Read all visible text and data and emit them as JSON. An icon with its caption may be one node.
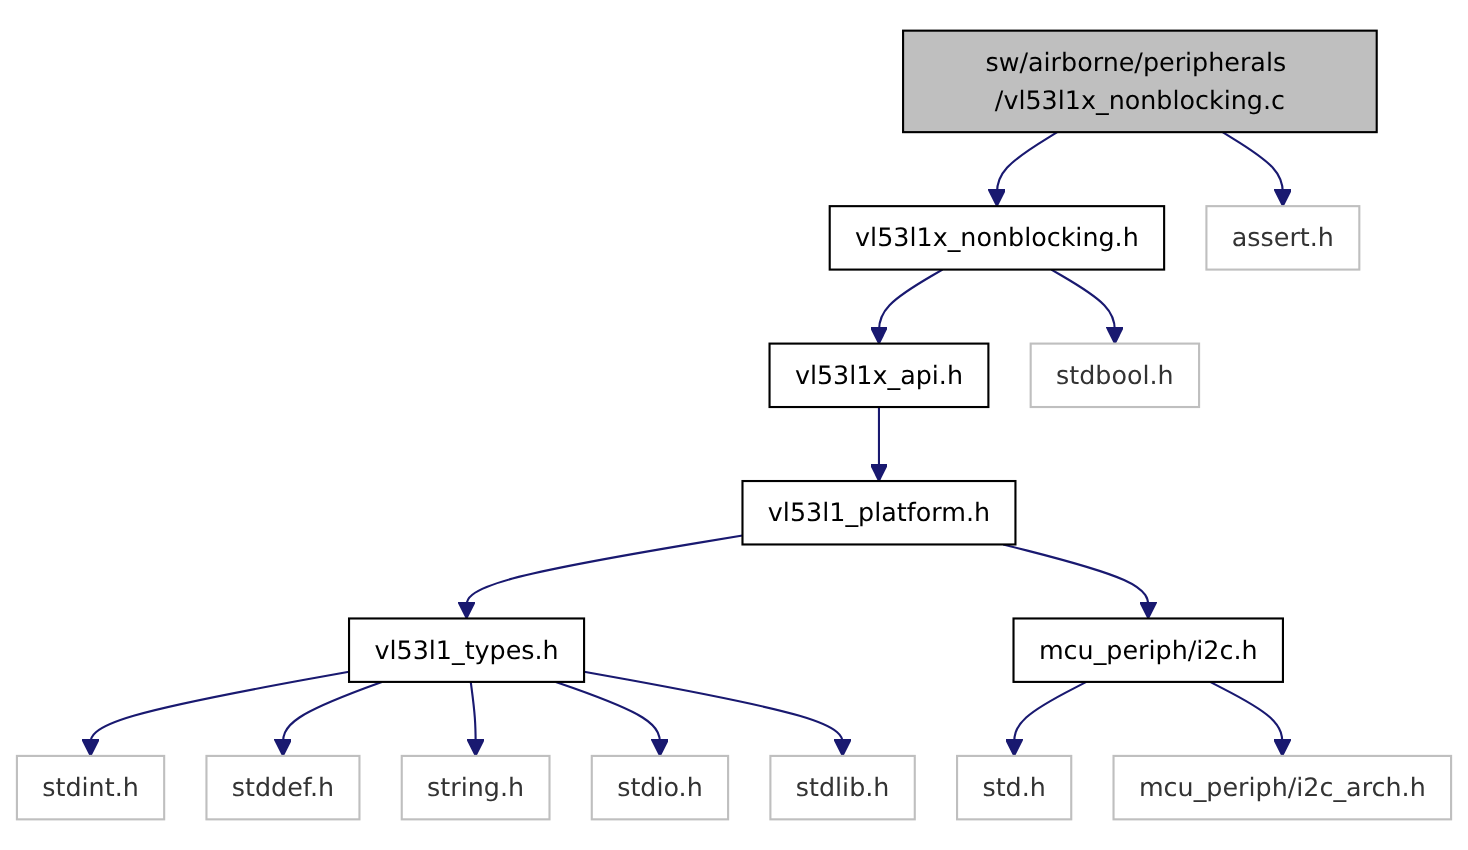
{
  "diagram": {
    "nodes": [
      {
        "text": [
          "sw/airborne/peripherals /vl53l1x_nonblocking.c"
        ]
      },
      {
        "text": [
          "vl53l1x_nonblocking.h"
        ]
      },
      {
        "text": [
          "assert.h"
        ]
      },
      {
        "text": [
          "vl53l1x_api.h"
        ]
      },
      {
        "text": [
          "stdbool.h"
        ]
      },
      {
        "text": [
          "vl53l1_platform.h"
        ]
      },
      {
        "text": [
          "vl53l1_types.h"
        ]
      },
      {
        "text": [
          "mcu_periph/i2c.h"
        ]
      },
      {
        "text": [
          "stdint.h"
        ]
      },
      {
        "text": [
          "stddef.h"
        ]
      },
      {
        "text": [
          "string.h"
        ]
      },
      {
        "text": [
          "stdio.h"
        ]
      },
      {
        "text": [
          "stdlib.h"
        ]
      },
      {
        "text": [
          "std.h"
        ]
      },
      {
        "text": [
          "mcu_periph/i2c_arch.h"
        ]
      }
    ],
    "edges": [
      {
        "from": 0,
        "to": 1,
        "arrow": "to"
      },
      {
        "from": 0,
        "to": 2,
        "arrow": "to"
      },
      {
        "from": 1,
        "to": 3,
        "arrow": "to"
      },
      {
        "from": 1,
        "to": 4,
        "arrow": "to"
      },
      {
        "from": 3,
        "to": 5,
        "arrow": "to"
      },
      {
        "from": 5,
        "to": 6,
        "arrow": "to"
      },
      {
        "from": 5,
        "to": 7,
        "arrow": "to"
      },
      {
        "from": 6,
        "to": 8,
        "arrow": "to"
      },
      {
        "from": 6,
        "to": 9,
        "arrow": "to"
      },
      {
        "from": 6,
        "to": 10,
        "arrow": "to"
      },
      {
        "from": 6,
        "to": 11,
        "arrow": "to"
      },
      {
        "from": 6,
        "to": 12,
        "arrow": "to"
      },
      {
        "from": 7,
        "to": 13,
        "arrow": "to"
      },
      {
        "from": 7,
        "to": 14,
        "arrow": "to"
      }
    ]
  }
}
